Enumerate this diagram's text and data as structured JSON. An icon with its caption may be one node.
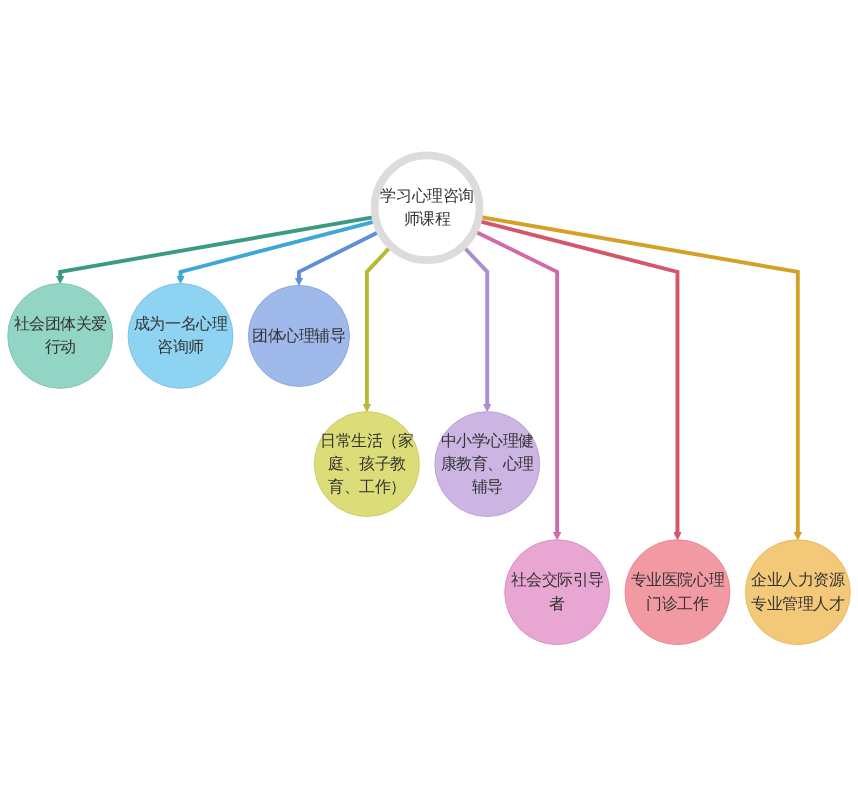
{
  "diagram": {
    "nodes": [
      {
        "text": [
          "学习心理咨询师课程"
        ]
      },
      {
        "text": [
          "成为一名心理咨询师"
        ]
      },
      {
        "text": [
          "团体心理辅导"
        ]
      },
      {
        "text": [
          "中小学心理健康教育、心理辅导"
        ]
      },
      {
        "text": [
          "社会交际引导者"
        ]
      },
      {
        "text": [
          "专业医院心理门诊工作"
        ]
      },
      {
        "text": [
          "企业人力资源专业管理人才"
        ]
      },
      {
        "text": [
          "日常生活（家庭、孩子教育、工作）"
        ]
      },
      {
        "text": [
          "社会团体关爱行动"
        ]
      }
    ],
    "edges": [
      {
        "from": 0,
        "to": 1,
        "arrow": "to",
        "color": "#3ea7d8"
      },
      {
        "from": 0,
        "to": 2,
        "arrow": "to",
        "color": "#5f8fd8"
      },
      {
        "from": 0,
        "to": 3,
        "arrow": "to",
        "color": "#a88fd2"
      },
      {
        "from": 0,
        "to": 4,
        "arrow": "to",
        "color": "#d06aa8"
      },
      {
        "from": 0,
        "to": 5,
        "arrow": "to",
        "color": "#d4566a"
      },
      {
        "from": 0,
        "to": 6,
        "arrow": "to",
        "color": "#d4a126"
      },
      {
        "from": 0,
        "to": 7,
        "arrow": "to",
        "color": "#b8b832"
      },
      {
        "from": 0,
        "to": 8,
        "arrow": "to",
        "color": "#3a9a82"
      }
    ]
  }
}
